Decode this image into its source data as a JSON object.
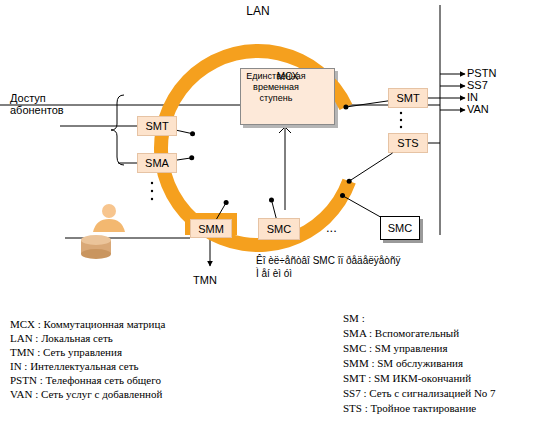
{
  "diagram": {
    "nodes": [
      {
        "text": [
          "LAN"
        ]
      },
      {
        "text": [
          "МСХ",
          "Единственная временная ступень"
        ],
        "in": 0
      },
      {
        "text": [
          "SMT"
        ]
      },
      {
        "text": [
          "STS"
        ]
      },
      {
        "text": [
          "SMT"
        ]
      },
      {
        "text": [
          "SMA"
        ]
      },
      {
        "text": [
          "SMM"
        ]
      },
      {
        "text": [
          "SMC"
        ]
      },
      {
        "text": [
          "SMC"
        ]
      }
    ],
    "edges": [
      {
        "from": 2,
        "to": 0,
        "arrow": "none"
      },
      {
        "from": 3,
        "to": 0,
        "arrow": "none"
      },
      {
        "from": 4,
        "to": 0,
        "arrow": "none"
      },
      {
        "from": 5,
        "to": 0,
        "arrow": "none"
      },
      {
        "from": 6,
        "to": 0,
        "arrow": "none"
      },
      {
        "from": 7,
        "to": 0,
        "arrow": "none"
      },
      {
        "from": 8,
        "to": 0,
        "arrow": "none"
      }
    ],
    "labels": [
      "PSTN",
      "SS7",
      "IN",
      "VAN",
      "Доступ абонентов",
      "TMN",
      "...",
      "Êî èë÷åñòâî SMC îï ðåäåëÿåòñÿ",
      "Ì åí èì óì",
      "MCX : Коммутационная матрица",
      "LAN : Локальная сеть",
      "TMN : Сеть управления",
      "IN : Интеллектуальная сеть",
      "PSTN : Телефонная сеть общего",
      "VAN : Сеть услуг с добавленной",
      "SM :",
      "SMA : Вспомогательный",
      "SMC : SM управления",
      "SMM : SM обслуживания",
      "SMT : SM ИКМ-окончаний",
      "SS7 : Сеть с сигнализацией No 7",
      "STS : Тройное тактирование"
    ]
  }
}
